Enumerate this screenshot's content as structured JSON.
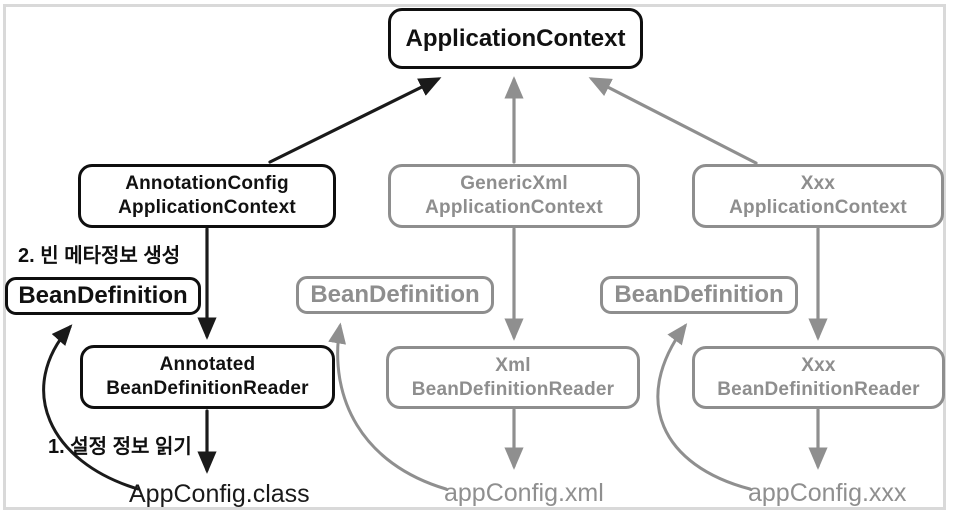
{
  "root": {
    "label": "ApplicationContext"
  },
  "columns": [
    {
      "context_line1": "AnnotationConfig",
      "context_line2": "ApplicationContext",
      "bean_definition": "BeanDefinition",
      "reader_line1": "Annotated",
      "reader_line2": "BeanDefinitionReader",
      "config_source": "AppConfig.class",
      "state": "active"
    },
    {
      "context_line1": "GenericXml",
      "context_line2": "ApplicationContext",
      "bean_definition": "BeanDefinition",
      "reader_line1": "Xml",
      "reader_line2": "BeanDefinitionReader",
      "config_source": "appConfig.xml",
      "state": "inactive"
    },
    {
      "context_line1": "Xxx",
      "context_line2": "ApplicationContext",
      "bean_definition": "BeanDefinition",
      "reader_line1": "Xxx",
      "reader_line2": "BeanDefinitionReader",
      "config_source": "appConfig.xxx",
      "state": "inactive"
    }
  ],
  "annotations": {
    "step2": "2. 빈 메타정보 생성",
    "step1": "1. 설정 정보 읽기"
  },
  "colors": {
    "active": "#111111",
    "inactive": "#8e8e8e",
    "frame": "#d9d9d9",
    "background": "#ffffff"
  }
}
